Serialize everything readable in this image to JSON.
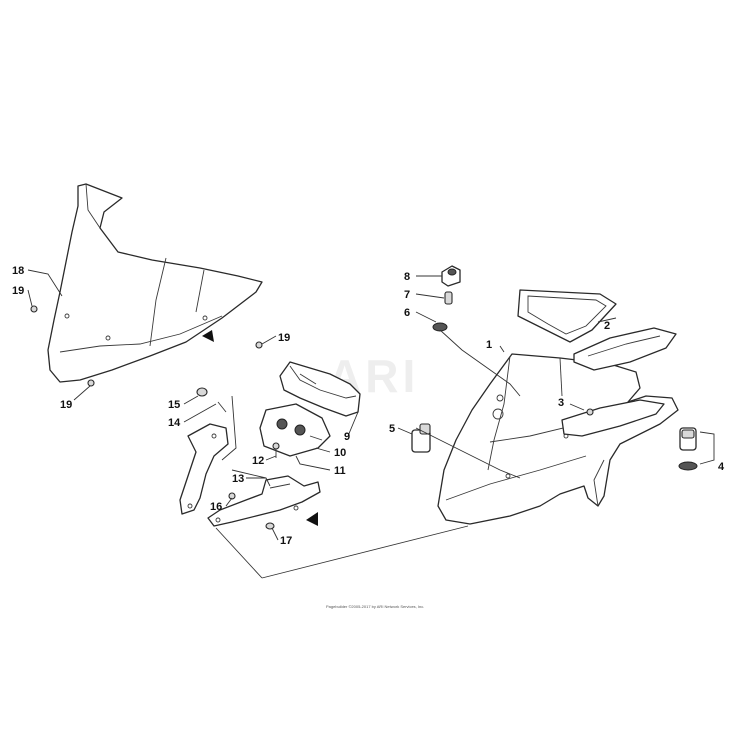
{
  "watermark": "ARI",
  "copyright": "Pagebuilder ©2005-2017 by ARI Network Services, Inc.",
  "callouts": {
    "c1": "1",
    "c2": "2",
    "c3": "3",
    "c4": "4",
    "c5": "5",
    "c6": "6",
    "c7": "7",
    "c8": "8",
    "c9": "9",
    "c10": "10",
    "c11": "11",
    "c12": "12",
    "c13": "13",
    "c14": "14",
    "c15": "15",
    "c16": "16",
    "c17": "17",
    "c18": "18",
    "c19a": "19",
    "c19b": "19",
    "c19c": "19"
  }
}
